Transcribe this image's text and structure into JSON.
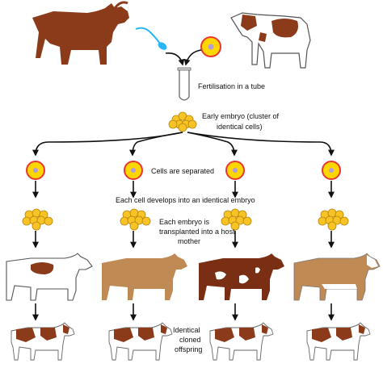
{
  "labels": {
    "fertilisation": "Fertilisation in a tube",
    "early_embryo_line1": "Early embryo (cluster of",
    "early_embryo_line2": "identical cells)",
    "cells_separated": "Cells are separated",
    "each_cell_develops": "Each cell develops into an identical embryo",
    "transplant_line1": "Each embryo is",
    "transplant_line2": "transplanted into a host",
    "transplant_line3": "mother",
    "offspring_line1": "Identical",
    "offspring_line2": "cloned",
    "offspring_line3": "offspring"
  },
  "colors": {
    "bull_brown": "#8b3a1a",
    "tan_cow": "#c08a55",
    "red_patch": "#9b3a1f",
    "egg_outer": "#ffd600",
    "egg_ring": "#e53935",
    "egg_nucleus": "#b39ddb",
    "sperm": "#29b6f6",
    "embryo_cell": "#f7c325",
    "arrow": "#111111"
  },
  "icons": {
    "bull": "bull-icon",
    "dairy_cow": "dairy-cow-icon",
    "sperm": "sperm-icon",
    "egg": "egg-cell-icon",
    "test_tube": "test-tube-icon",
    "embryo": "embryo-cluster-icon",
    "host_mother": "host-mother-cow-icon",
    "calf": "cloned-calf-icon"
  }
}
